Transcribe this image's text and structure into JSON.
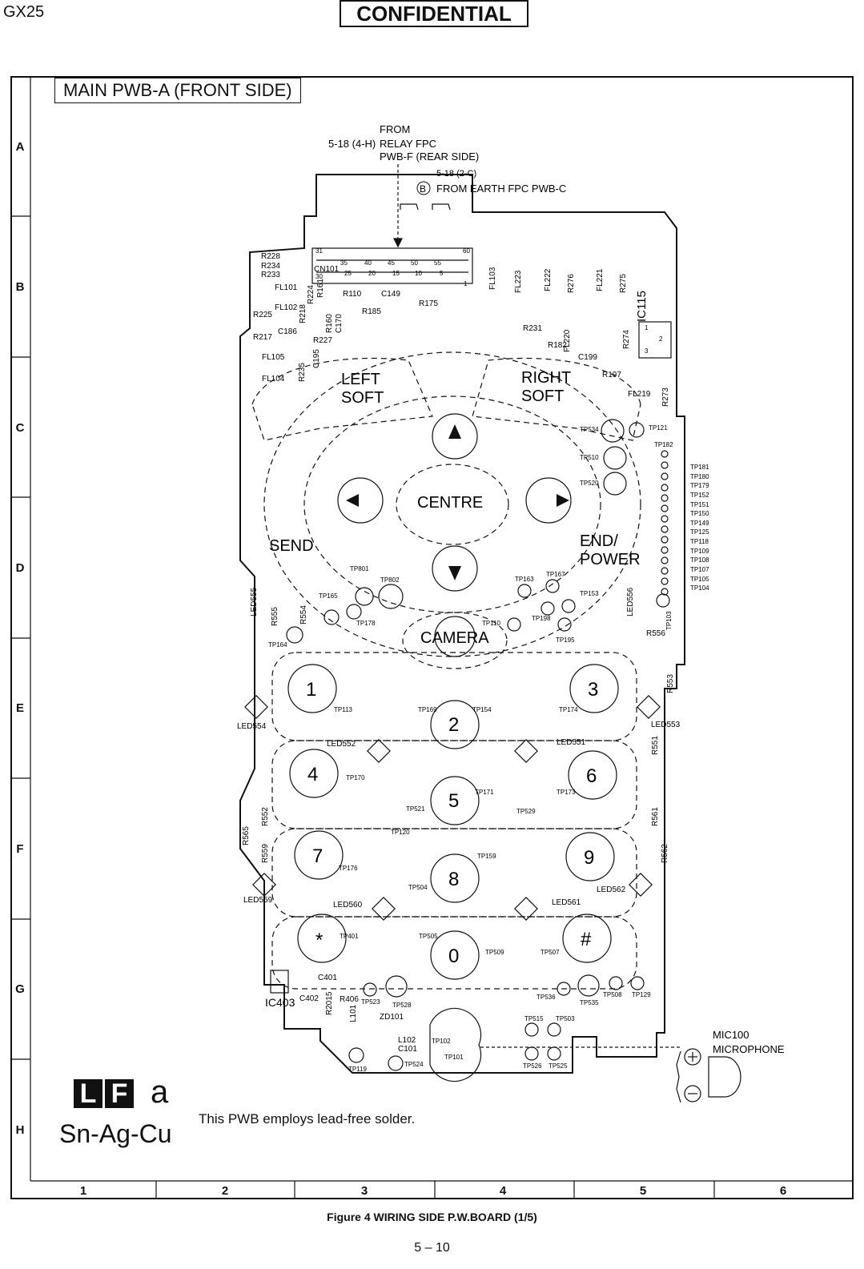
{
  "header": {
    "model": "GX25",
    "confidential": "CONFIDENTIAL"
  },
  "board_title": "MAIN PWB-A (FRONT SIDE)",
  "grid": {
    "rows": [
      "A",
      "B",
      "C",
      "D",
      "E",
      "F",
      "G",
      "H"
    ],
    "columns": [
      "1",
      "2",
      "3",
      "4",
      "5",
      "6"
    ]
  },
  "annotations": {
    "relay_ref": "5-18 (4-H)",
    "relay_from": "FROM",
    "relay_line2": "RELAY FPC",
    "relay_line3": "PWB-F (REAR SIDE)",
    "earth_ref": "5-18 (2-C)",
    "earth_marker": "B",
    "earth_text": "FROM EARTH FPC PWB-C",
    "mic_line1": "MIC100",
    "mic_line2": "MICROPHONE"
  },
  "keys": {
    "left_soft_1": "LEFT",
    "left_soft_2": "SOFT",
    "right_soft_1": "RIGHT",
    "right_soft_2": "SOFT",
    "centre": "CENTRE",
    "send": "SEND",
    "end_1": "END/",
    "end_2": "POWER",
    "camera": "CAMERA",
    "num1": "1",
    "num2": "2",
    "num3": "3",
    "num4": "4",
    "num5": "5",
    "num6": "6",
    "num7": "7",
    "num8": "8",
    "num9": "9",
    "star": "*",
    "num0": "0",
    "hash": "#"
  },
  "components": {
    "cn101": "CN101",
    "cn_pins": [
      "31",
      "60",
      "35",
      "40",
      "45",
      "50",
      "55",
      "30",
      "25",
      "20",
      "15",
      "10",
      "5",
      "1"
    ],
    "r228": "R228",
    "r234": "R234",
    "r233": "R233",
    "fl101": "FL101",
    "fl102": "FL102",
    "r225": "R225",
    "r217": "R217",
    "c186": "C186",
    "fl105": "FL105",
    "fl104": "FL104",
    "r235": "R235",
    "c195": "C195",
    "r227": "R227",
    "r224": "R224",
    "r161": "R161",
    "r218": "R218",
    "r160": "R160",
    "c170": "C170",
    "r110": "R110",
    "c149": "C149",
    "r185": "R185",
    "r175": "R175",
    "fl103": "FL103",
    "fl223": "FL223",
    "fl222": "FL222",
    "r276": "R276",
    "fl221": "FL221",
    "r275": "R275",
    "ic115": "IC115",
    "r231": "R231",
    "r182": "R182",
    "fl220": "FL220",
    "r274": "R274",
    "c199": "C199",
    "r197": "R197",
    "fl219": "FL219",
    "r273": "R273",
    "ic_pin1": "1",
    "ic_pin2": "2",
    "ic_pin3": "3",
    "tp534": "TP534",
    "tp121": "TP121",
    "tp182": "TP182",
    "tp510": "TP510",
    "tp520": "TP520",
    "tp_list": [
      "TP181",
      "TP180",
      "TP179",
      "TP152",
      "TP151",
      "TP150",
      "TP149",
      "TP125",
      "TP118",
      "TP109",
      "TP108",
      "TP107",
      "TP105",
      "TP104"
    ],
    "tp801": "TP801",
    "tp802": "TP802",
    "tp165": "TP165",
    "tp178": "TP178",
    "tp163": "TP163",
    "tp167": "TP167",
    "tp153": "TP153",
    "tp198": "TP198",
    "tp110": "TP110",
    "tp195": "TP195",
    "tp103": "TP103",
    "led555": "LED555",
    "r555": "R555",
    "r554": "R554",
    "tp164": "TP164",
    "led556": "LED556",
    "r556": "R556",
    "r553": "R553",
    "led553": "LED553",
    "led554": "LED554",
    "tp113": "TP113",
    "tp169": "TP169",
    "tp154": "TP154",
    "tp174": "TP174",
    "led552": "LED552",
    "led551": "LED551",
    "r551": "R551",
    "tp170": "TP170",
    "tp171": "TP171",
    "tp173": "TP173",
    "tp521": "TP521",
    "tp529": "TP529",
    "tp120": "TP120",
    "r552": "R552",
    "r565": "R565",
    "r559": "R559",
    "r561": "R561",
    "r562": "R562",
    "tp159": "TP159",
    "tp176": "TP176",
    "tp504": "TP504",
    "led559": "LED559",
    "led560": "LED560",
    "led561": "LED561",
    "led562": "LED562",
    "tp401": "TP401",
    "tp505": "TP505",
    "tp509": "TP509",
    "tp507": "TP507",
    "c401": "C401",
    "c402": "C402",
    "ic403": "IC403",
    "r2015": "R2015",
    "r406": "R406",
    "tp523": "TP523",
    "tp528": "TP528",
    "l101": "L101",
    "zd101": "ZD101",
    "l102": "L102",
    "c101": "C101",
    "tp102": "TP102",
    "tp101": "TP101",
    "tp119": "TP119",
    "tp524": "TP524",
    "tp515": "TP515",
    "tp503": "TP503",
    "tp526": "TP526",
    "tp525": "TP525",
    "tp536": "TP536",
    "tp535": "TP535",
    "tp508": "TP508",
    "tp129": "TP129"
  },
  "lead_free": {
    "badge_l": "L",
    "badge_f": "F",
    "badge_a": "a",
    "alloy": "Sn-Ag-Cu",
    "note": "This PWB employs lead-free solder."
  },
  "caption": "Figure 4 WIRING SIDE P.W.BOARD (1/5)",
  "page_number": "5 – 10"
}
